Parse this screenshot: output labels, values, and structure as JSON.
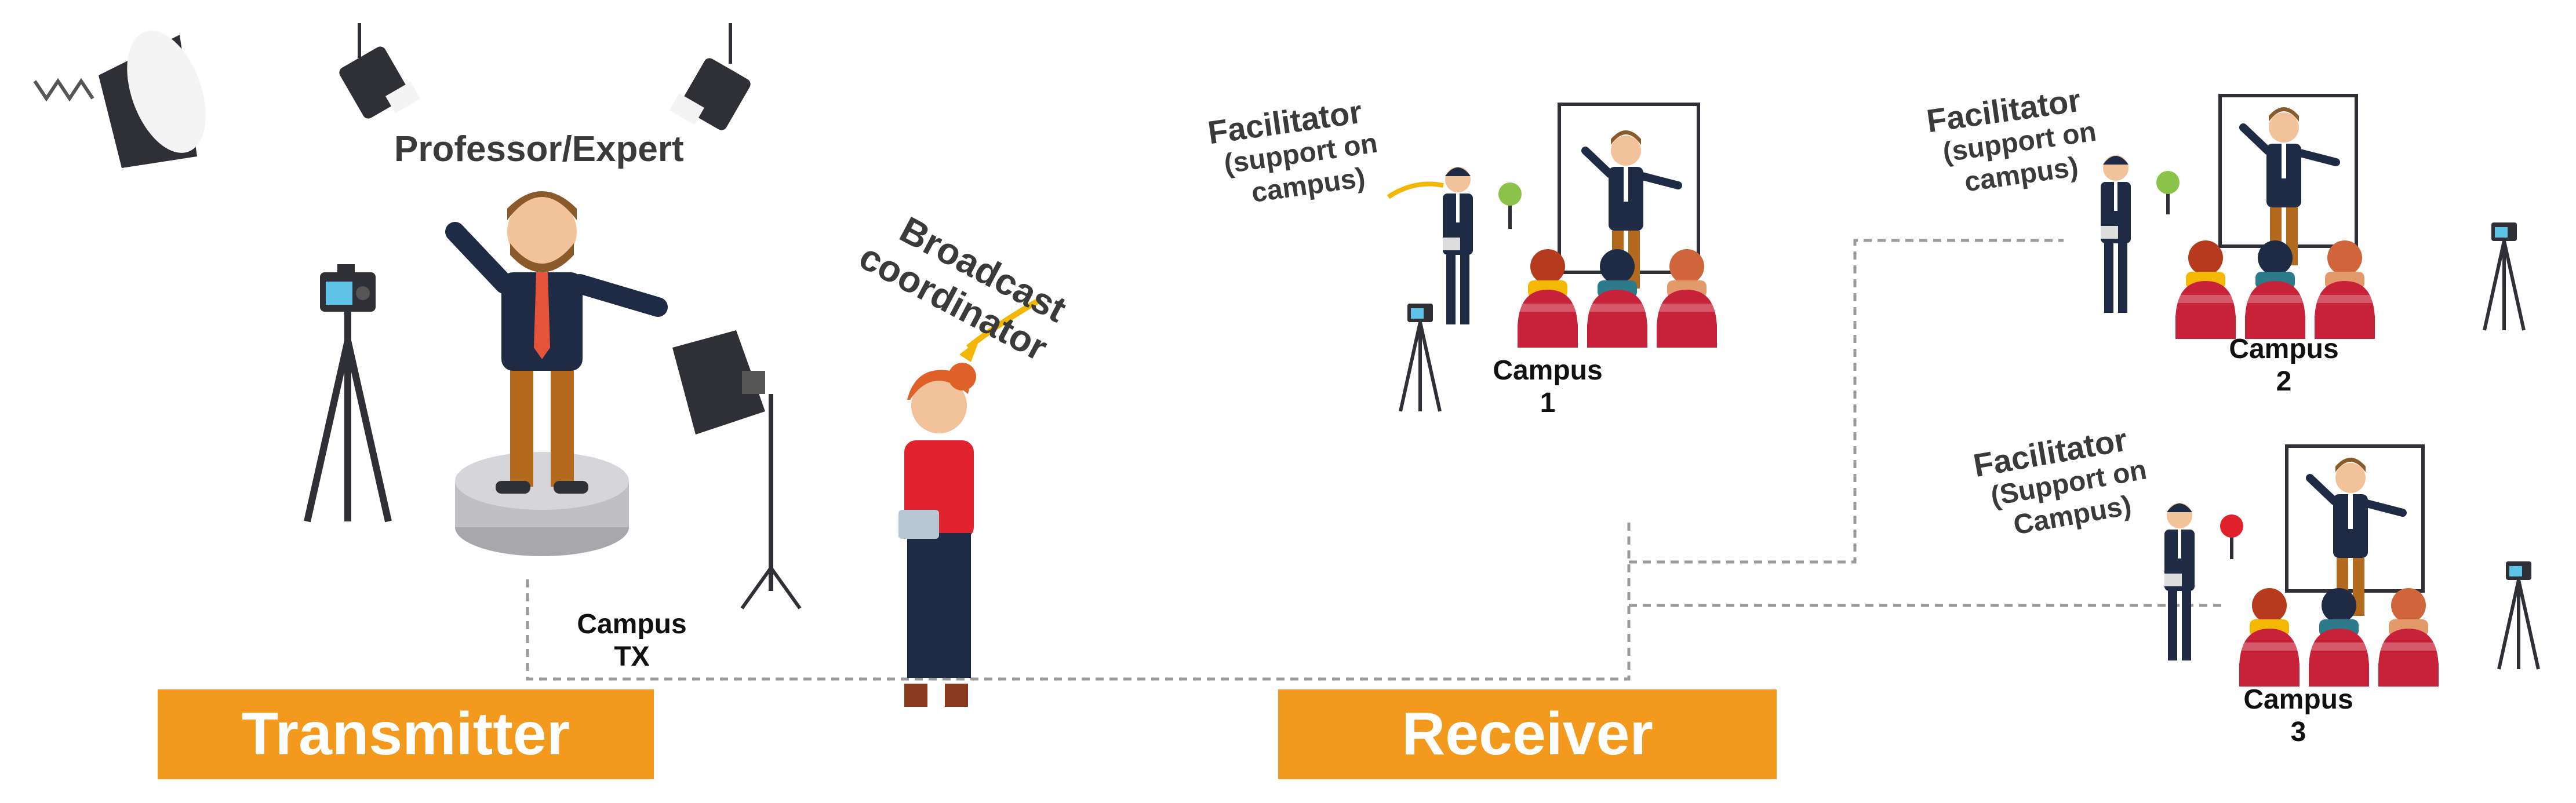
{
  "labels": {
    "professor": "Professor/Expert",
    "broadcast_line1": "Broadcast",
    "broadcast_line2": "coordinator",
    "campus_tx_line1": "Campus",
    "campus_tx_line2": "TX",
    "facilitator_1_title": "Facilitator",
    "facilitator_1_line2": "(support on",
    "facilitator_1_line3": "campus)",
    "facilitator_2_title": "Facilitator",
    "facilitator_2_line2": "(support on",
    "facilitator_2_line3": "campus)",
    "facilitator_3_title": "Facilitator",
    "facilitator_3_line2": "(Support on",
    "facilitator_3_line3": "Campus)",
    "campus1_line1": "Campus",
    "campus1_line2": "1",
    "campus2_line1": "Campus",
    "campus2_line2": "2",
    "campus3_line1": "Campus",
    "campus3_line2": "3"
  },
  "banners": {
    "transmitter": "Transmitter",
    "receiver": "Receiver"
  },
  "colors": {
    "banner": "#f39a1e",
    "suit": "#1f2a44",
    "pants": "#b36a1e",
    "seat": "#c8223a",
    "paddle_green": "#8bc34a",
    "paddle_red": "#e0202a",
    "arrow": "#f2b705"
  },
  "icons": [
    "studio-light-icon",
    "spotlight-icon",
    "camera-tripod-icon",
    "softbox-icon",
    "tablet-icon",
    "screen-icon",
    "audience-icon",
    "paddle-icon"
  ]
}
